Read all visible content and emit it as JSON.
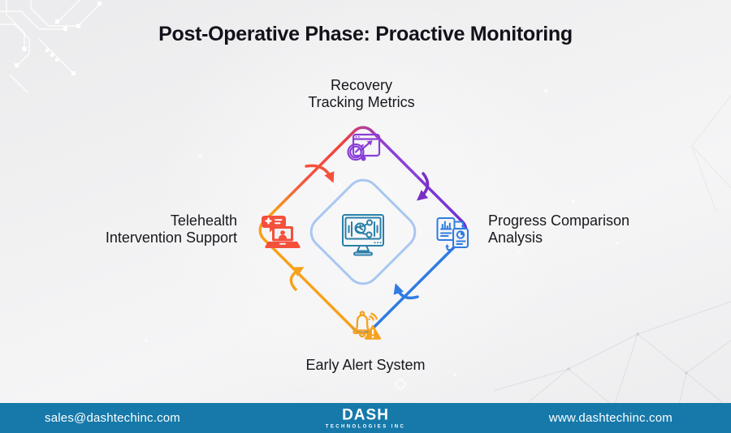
{
  "title": "Post-Operative Phase: Proactive Monitoring",
  "diagram": {
    "flow_direction": "clockwise",
    "center": {
      "icon": "health-monitor-icon",
      "color": "#2a7fa9"
    },
    "nodes": [
      {
        "id": "top",
        "lines": [
          "Recovery",
          "Tracking Metrics"
        ],
        "icon": "recovery-gauge-icon",
        "color": "#8a3fd6"
      },
      {
        "id": "right",
        "lines": [
          "Progress Comparison",
          "Analysis"
        ],
        "icon": "progress-comparison-icon",
        "color": "#2e7ce2"
      },
      {
        "id": "bottom",
        "lines": [
          "Early Alert System"
        ],
        "icon": "alert-bell-icon",
        "color": "#f6a21d"
      },
      {
        "id": "left",
        "lines": [
          "Telehealth",
          "Intervention Support"
        ],
        "icon": "telehealth-laptop-icon",
        "color": "#f4503c"
      }
    ],
    "inner_diamond_color": "#a9c7f1"
  },
  "footer": {
    "email": "sales@dashtechinc.com",
    "website": "www.dashtechinc.com",
    "logo": {
      "name": "DASH",
      "subtext": "TECHNOLOGIES INC"
    },
    "background": "#1679aa"
  },
  "colors": {
    "background": "#efeff0",
    "title": "#12121a",
    "label": "#17171d"
  }
}
